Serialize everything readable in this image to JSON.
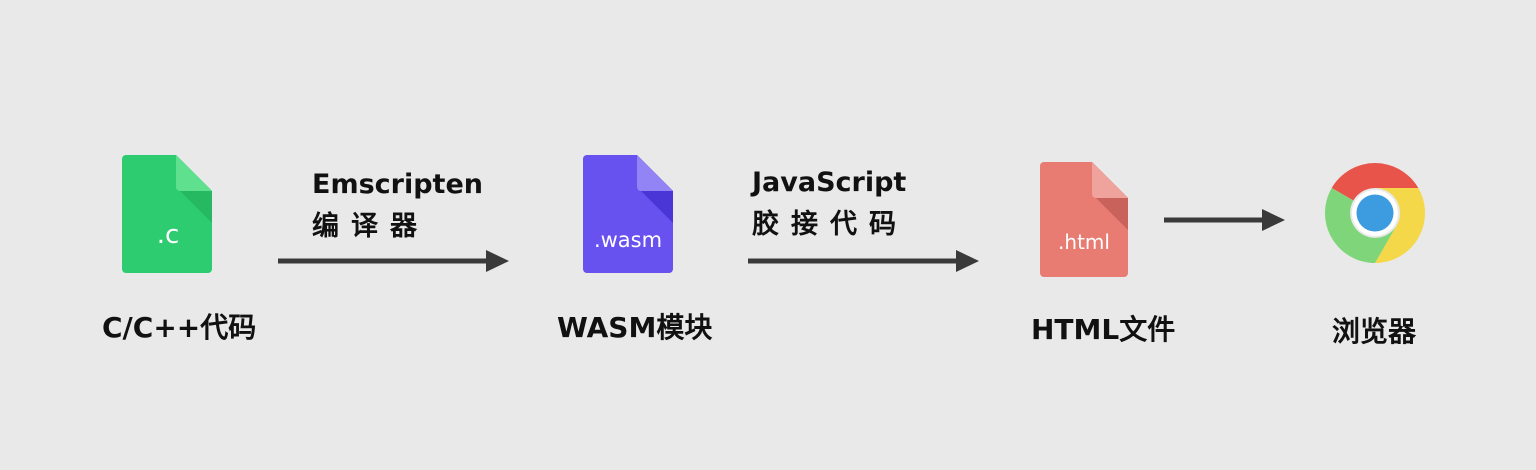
{
  "nodes": {
    "c_source": {
      "icon_text": ".c",
      "label": "C/C++代码",
      "color": "#2ecc71",
      "fold_color": "#5fe08f",
      "fold_shadow": "#27b862"
    },
    "wasm_module": {
      "icon_text": ".wasm",
      "label": "WASM模块",
      "color": "#6752f0",
      "fold_color": "#9384f5",
      "fold_shadow": "#4a36d6"
    },
    "html_file": {
      "icon_text": ".html",
      "label": "HTML文件",
      "color": "#e87b72",
      "fold_color": "#f0a39d",
      "fold_shadow": "#c8625a"
    },
    "browser": {
      "icon": "chrome-icon",
      "label": "浏览器"
    }
  },
  "edges": {
    "compiler": {
      "line1": "Emscripten",
      "line2": "编译器"
    },
    "glue": {
      "line1": "JavaScript",
      "line2": "胶接代码"
    }
  },
  "colors": {
    "background": "#e9e9e9",
    "arrow": "#3a3a3a",
    "chrome_red": "#e8544a",
    "chrome_yellow": "#f5d84a",
    "chrome_green": "#7fd67a",
    "chrome_blue": "#3d9be0"
  }
}
